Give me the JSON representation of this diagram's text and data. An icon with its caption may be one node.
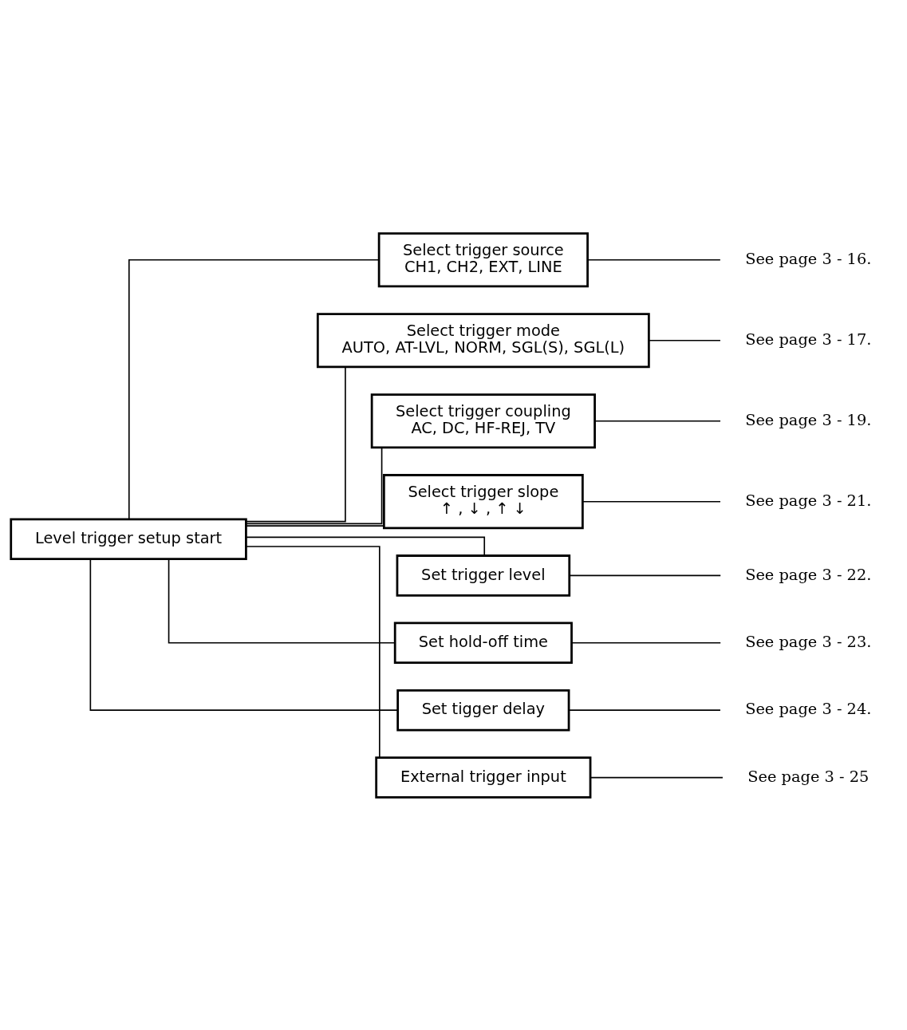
{
  "diagram": {
    "nodes": [
      {
        "text": [
          "Level trigger setup start"
        ]
      },
      {
        "text": [
          "Select trigger source",
          "CH1, CH2, EXT, LINE"
        ]
      },
      {
        "text": [
          "Select trigger mode",
          "AUTO, AT-LVL, NORM, SGL(S), SGL(L)"
        ]
      },
      {
        "text": [
          "Select trigger coupling",
          "AC, DC, HF-REJ, TV"
        ]
      },
      {
        "text": [
          "Select trigger slope",
          "↑ , ↓ , ↑ ↓"
        ]
      },
      {
        "text": [
          "Set trigger level"
        ]
      },
      {
        "text": [
          "Set hold-off time"
        ]
      },
      {
        "text": [
          "Set tigger delay"
        ]
      },
      {
        "text": [
          "External trigger input"
        ]
      },
      {
        "text": [
          "See page 3 - 16."
        ]
      },
      {
        "text": [
          "See page 3 - 17."
        ]
      },
      {
        "text": [
          "See page 3 - 19."
        ]
      },
      {
        "text": [
          "See page 3 - 21."
        ]
      },
      {
        "text": [
          "See page 3 - 22."
        ]
      },
      {
        "text": [
          "See page 3 - 23."
        ]
      },
      {
        "text": [
          "See page 3 - 24."
        ]
      },
      {
        "text": [
          "See page 3 - 25"
        ]
      }
    ],
    "edges": [
      {
        "from": 0,
        "to": 1,
        "arrow": "none"
      },
      {
        "from": 0,
        "to": 2,
        "arrow": "none"
      },
      {
        "from": 0,
        "to": 3,
        "arrow": "none"
      },
      {
        "from": 0,
        "to": 4,
        "arrow": "none"
      },
      {
        "from": 0,
        "to": 5,
        "arrow": "none"
      },
      {
        "from": 0,
        "to": 6,
        "arrow": "none"
      },
      {
        "from": 0,
        "to": 7,
        "arrow": "none"
      },
      {
        "from": 0,
        "to": 8,
        "arrow": "none"
      },
      {
        "from": 1,
        "to": 9,
        "arrow": "none"
      },
      {
        "from": 2,
        "to": 10,
        "arrow": "none"
      },
      {
        "from": 3,
        "to": 11,
        "arrow": "none"
      },
      {
        "from": 4,
        "to": 12,
        "arrow": "none"
      },
      {
        "from": 5,
        "to": 13,
        "arrow": "none"
      },
      {
        "from": 6,
        "to": 14,
        "arrow": "none"
      },
      {
        "from": 7,
        "to": 15,
        "arrow": "none"
      },
      {
        "from": 8,
        "to": 16,
        "arrow": "none"
      }
    ]
  }
}
